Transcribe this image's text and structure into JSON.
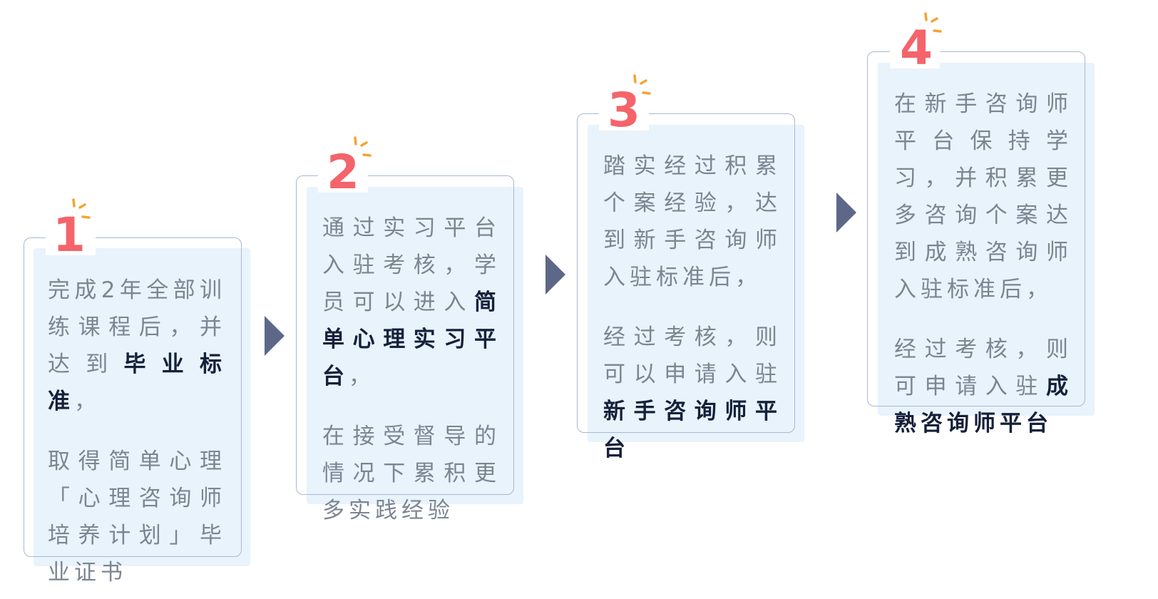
{
  "steps": [
    {
      "number": "1",
      "paragraphs": [
        [
          {
            "t": "完成2年全部训练课程后，并达到"
          },
          {
            "t": "毕业标准",
            "b": true
          },
          {
            "t": "，"
          }
        ],
        [
          {
            "t": "取得简单心理「心理咨询师培养计划」毕业证书"
          }
        ]
      ]
    },
    {
      "number": "2",
      "paragraphs": [
        [
          {
            "t": "通过实习平台入驻考核，学员可以进入"
          },
          {
            "t": "简单心理实习平台",
            "b": true
          },
          {
            "t": "，"
          }
        ],
        [
          {
            "t": "在接受督导的情况下累积更多实践经验"
          }
        ]
      ]
    },
    {
      "number": "3",
      "paragraphs": [
        [
          {
            "t": "踏实经过积累个案经验，达到新手咨询师入驻标准后，"
          }
        ],
        [
          {
            "t": "经过考核，则可以申请入驻"
          },
          {
            "t": "新手咨询师平台",
            "b": true
          }
        ]
      ]
    },
    {
      "number": "4",
      "paragraphs": [
        [
          {
            "t": "在新手咨询师平台保持学习，并积累更多咨询个案达到成熟咨询师入驻标准后，"
          }
        ],
        [
          {
            "t": "经过考核，则可申请入驻"
          },
          {
            "t": "成熟咨询师平台",
            "b": true
          }
        ]
      ]
    }
  ],
  "colors": {
    "number": "#f4646a",
    "spark": "#f2a533",
    "arrow": "#5d6889",
    "card_fill": "#e8f3fc",
    "card_border": "#a9b8d4",
    "text": "#7c8592",
    "bold_text": "#15203b"
  }
}
